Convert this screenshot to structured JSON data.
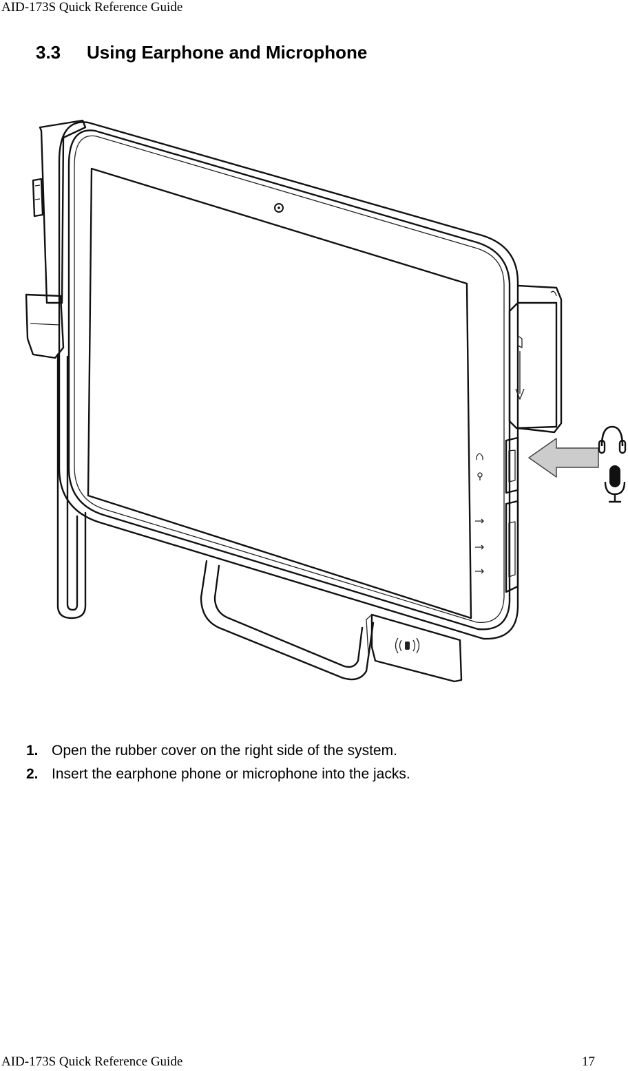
{
  "header": {
    "title": "AID-173S Quick Reference Guide"
  },
  "section": {
    "number": "3.3",
    "title": "Using Earphone and Microphone"
  },
  "steps": [
    {
      "num": "1.",
      "text": "Open the rubber cover on the right side of the system."
    },
    {
      "num": "2.",
      "text": "Insert the earphone phone or microphone into the jacks."
    }
  ],
  "footer": {
    "title": "AID-173S Quick Reference Guide",
    "page": "17"
  },
  "illustration": {
    "arrow_color": "#cccccc",
    "icons": [
      "headphone-icon",
      "microphone-icon",
      "camera-icon",
      "nfc-icon"
    ]
  }
}
